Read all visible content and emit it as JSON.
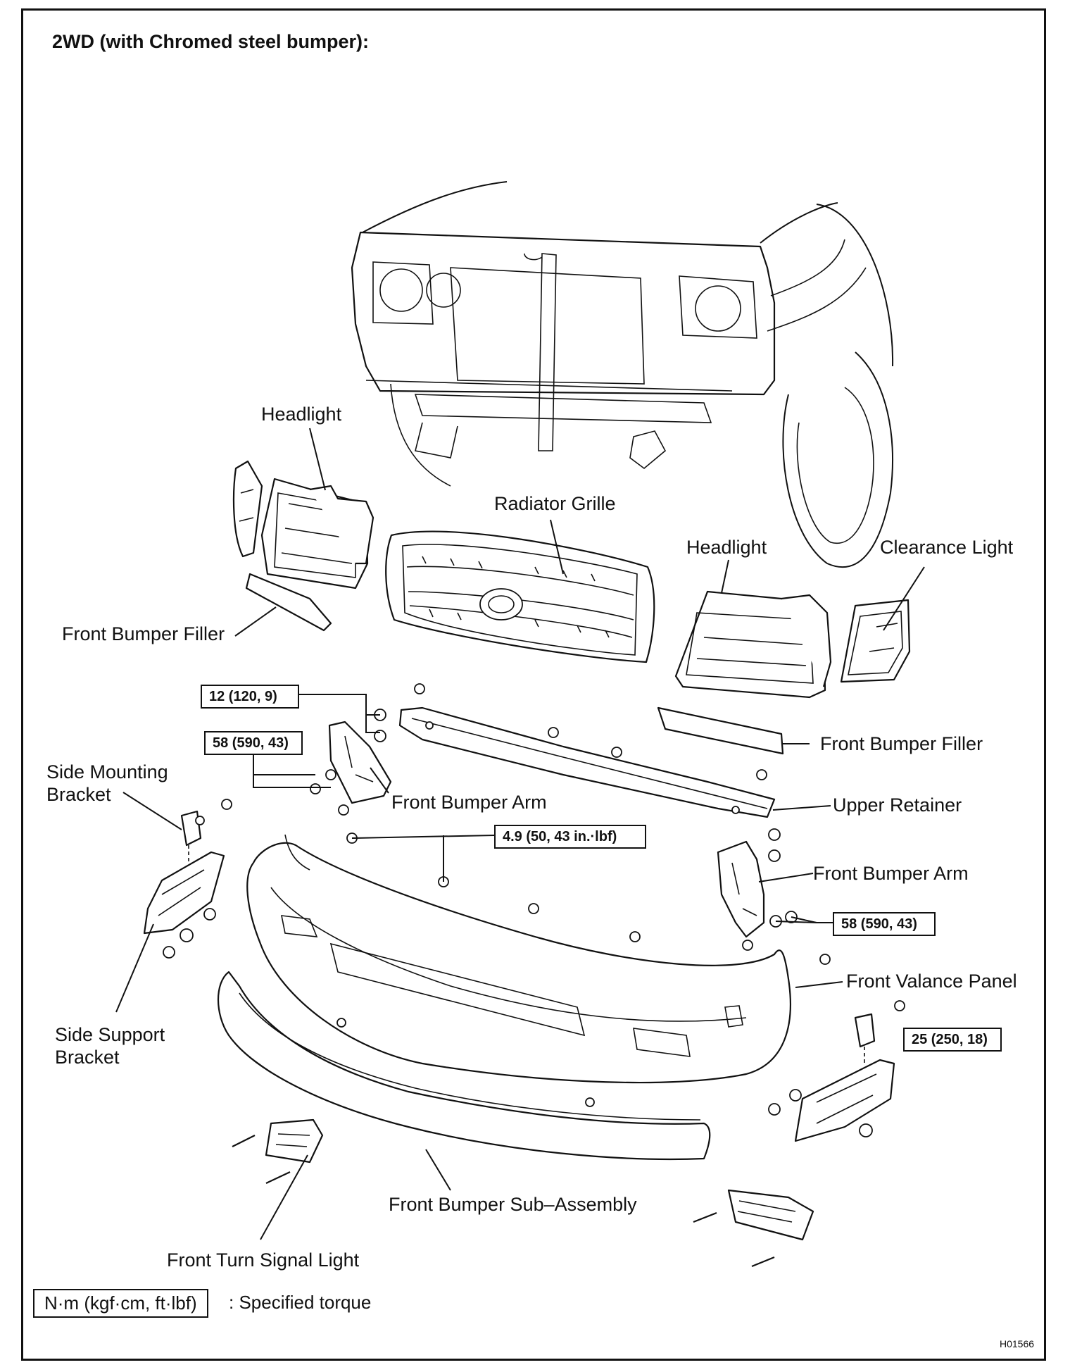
{
  "title": "2WD (with Chromed steel bumper):",
  "labels": {
    "headlight_left": "Headlight",
    "radiator_grille": "Radiator Grille",
    "headlight_right": "Headlight",
    "clearance_light": "Clearance Light",
    "front_bumper_filler_left": "Front Bumper Filler",
    "front_bumper_filler_right": "Front Bumper Filler",
    "side_mounting_bracket": "Side Mounting Bracket",
    "front_bumper_arm_left": "Front Bumper Arm",
    "upper_retainer": "Upper Retainer",
    "front_bumper_arm_right": "Front Bumper Arm",
    "front_valance_panel": "Front Valance Panel",
    "side_support_bracket": "Side Support Bracket",
    "front_bumper_sub_assembly": "Front Bumper Sub–Assembly",
    "front_turn_signal_light": "Front Turn Signal Light"
  },
  "torques": {
    "t1": "12 (120, 9)",
    "t2": "58 (590, 43)",
    "t3": "4.9 (50, 43 in.·lbf)",
    "t4": "58 (590, 43)",
    "t5": "25 (250, 18)"
  },
  "legend": {
    "unit": "N·m (kgf·cm, ft·lbf)",
    "text": ": Specified torque"
  },
  "figure_code": "H01566"
}
